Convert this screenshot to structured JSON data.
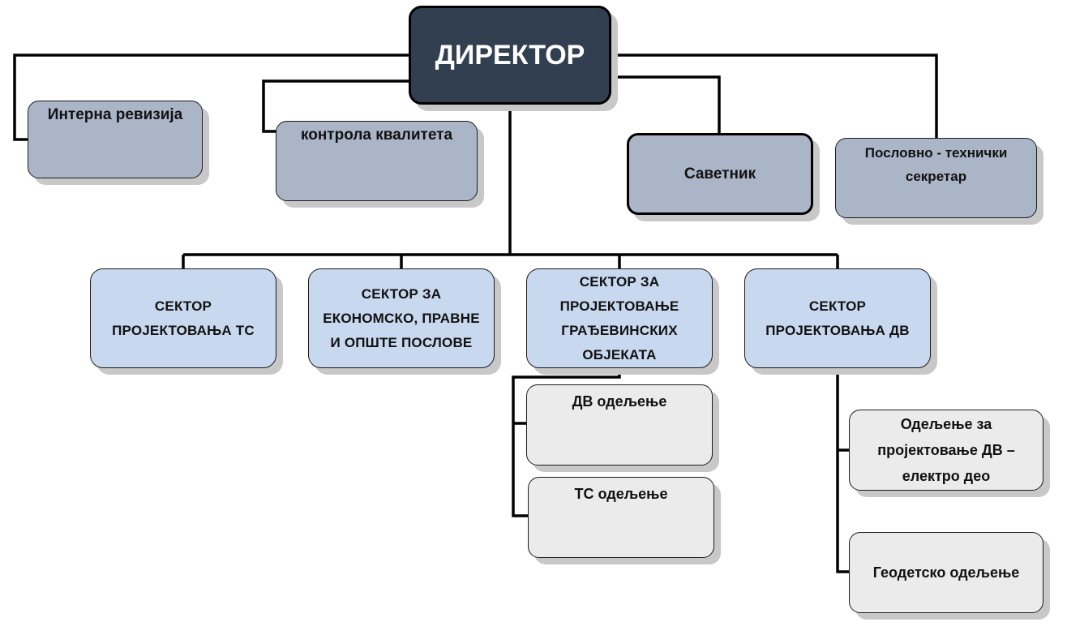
{
  "title": "ДИРЕКТОР",
  "staff": {
    "internal_audit": "Интерна ревизија",
    "quality_control": "контрола квалитета",
    "advisor": "Саветник",
    "secretary_line1": "Пословно - технички",
    "secretary_line2": "секретар"
  },
  "sectors": {
    "ts_design": [
      "СЕКТОР",
      "ПРОЈЕКТОВАЊА ТС"
    ],
    "economic": [
      "СЕКТОР ЗА",
      "ЕКОНОМСКО, ПРАВНЕ",
      "И ОПШТЕ ПОСЛОВЕ"
    ],
    "civil_design": [
      "СЕКТОР ЗА",
      "ПРОЈЕКТОВАЊЕ",
      "ГРАЂЕВИНСКИХ",
      "ОБЈЕКАТА"
    ],
    "dv_design": [
      "СЕКТОР",
      "ПРОЈЕКТОВАЊА ДВ"
    ]
  },
  "departments": {
    "dv_dept": "ДВ одељење",
    "ts_dept": "ТС одељење",
    "dv_electro": [
      "Одељење за",
      "пројектовање ДВ –",
      "електро део"
    ],
    "geodetic": "Геодетско одељење"
  }
}
